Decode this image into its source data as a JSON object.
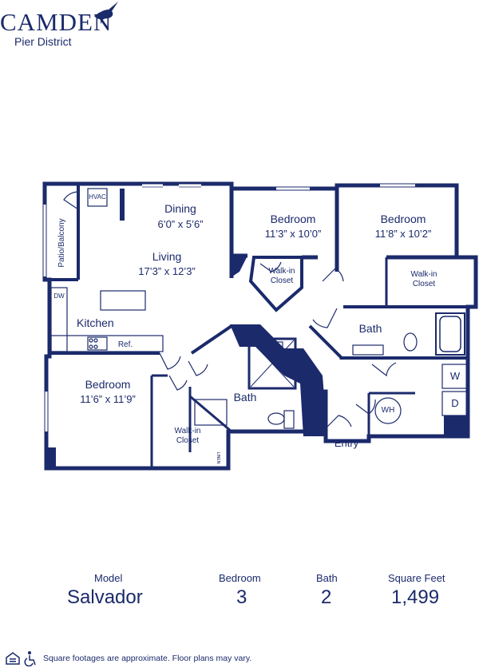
{
  "logo": {
    "brand": "CAMDEN",
    "tagline": "Pier District"
  },
  "rooms": {
    "dining": {
      "name": "Dining",
      "dim": "6’0” x 5’6”"
    },
    "living": {
      "name": "Living",
      "dim": "17’3” x 12’3”"
    },
    "kitchen": {
      "name": "Kitchen"
    },
    "bedroom1": {
      "name": "Bedroom",
      "dim": "11’3” x 10’0”"
    },
    "bedroom2": {
      "name": "Bedroom",
      "dim": "11’8” x 10’2”"
    },
    "bedroom3": {
      "name": "Bedroom",
      "dim": "11’6” x 11’9”"
    },
    "bath1": {
      "name": "Bath"
    },
    "bath2": {
      "name": "Bath"
    },
    "walkin1": {
      "name1": "Walk-in",
      "name2": "Closet"
    },
    "walkin2": {
      "name1": "Walk-in",
      "name2": "Closet"
    },
    "walkin3": {
      "name1": "Walk-in",
      "name2": "Closet"
    },
    "patio": {
      "name": "Patio/Balcony"
    },
    "entry": {
      "name": "Entry"
    }
  },
  "fixtures": {
    "hvac": "HVAC",
    "dw": "DW",
    "ref": "Ref.",
    "wh": "WH",
    "washer": "W",
    "dryer": "D",
    "linen": "LINEN"
  },
  "info": {
    "model_label": "Model",
    "model_value": "Salvador",
    "bedroom_label": "Bedroom",
    "bedroom_value": "3",
    "bath_label": "Bath",
    "bath_value": "2",
    "sqft_label": "Square Feet",
    "sqft_value": "1,499"
  },
  "footer": {
    "note": "Square footages are approximate. Floor plans may vary."
  },
  "colors": {
    "navy": "#1b2a6b"
  }
}
